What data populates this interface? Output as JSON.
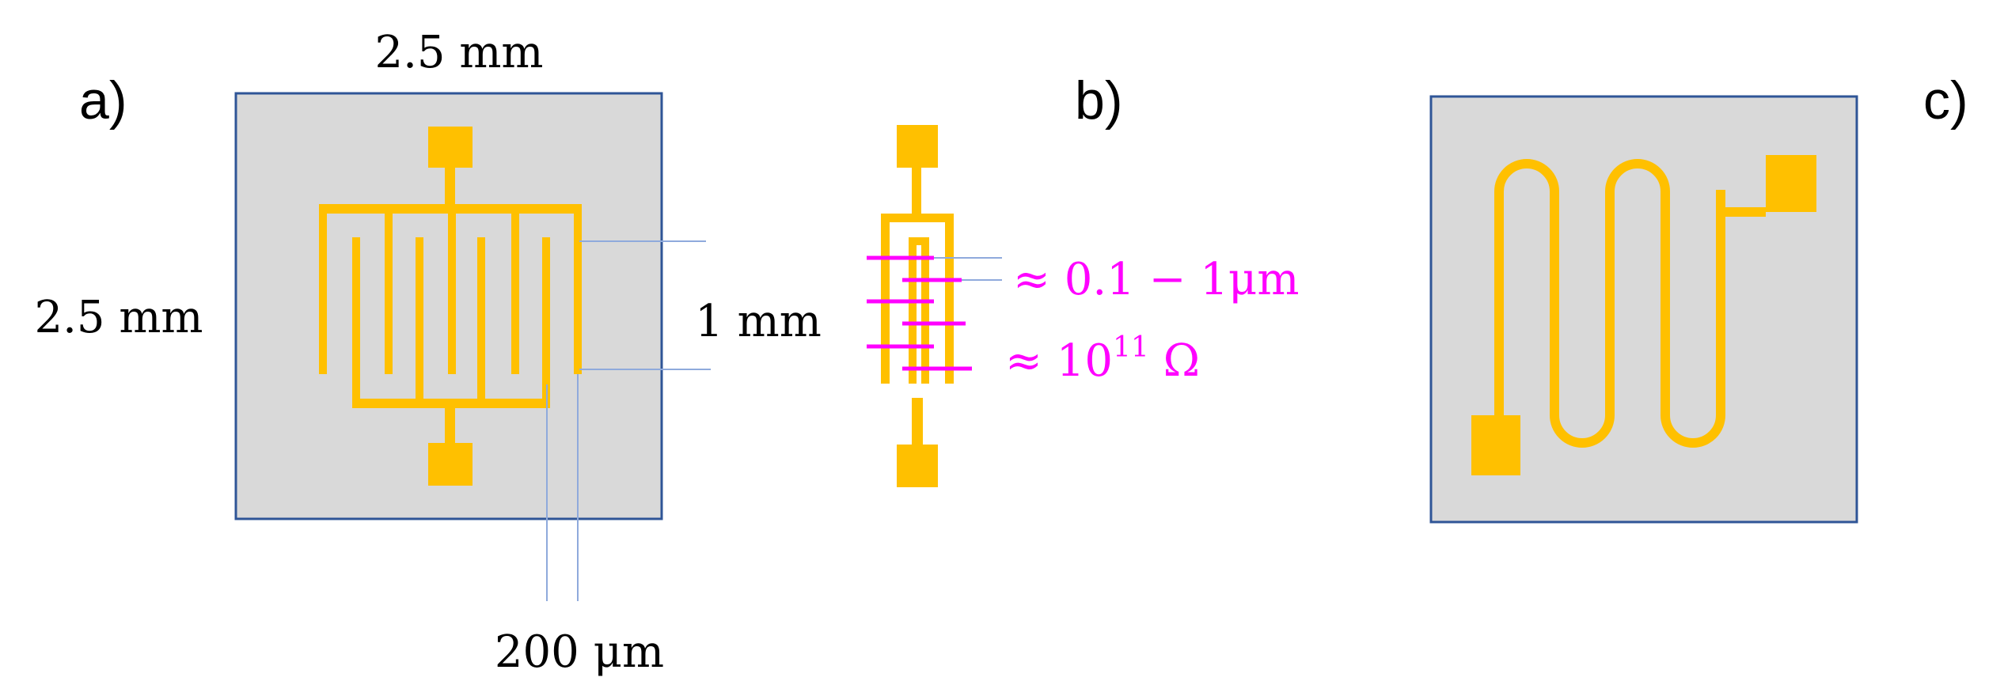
{
  "colors": {
    "substrate": "#d9d9d9",
    "substrate_border": "#2f5597",
    "gold": "#ffc000",
    "gap_marker": "#ff00ff",
    "leader_line": "#8faadc",
    "text": "#000000"
  },
  "panels": {
    "a": {
      "letter": "a)",
      "width_label": "2.5 mm",
      "height_label": "2.5 mm",
      "finger_length_label": "1 mm",
      "finger_spacing_label": "200 μm"
    },
    "b": {
      "letter": "b)",
      "gap_label": "≈ 0.1  − 1μm",
      "resistance_prefix": "≈ 10",
      "resistance_exponent": "11",
      "resistance_unit": " Ω"
    },
    "c": {
      "letter": "c)"
    }
  }
}
